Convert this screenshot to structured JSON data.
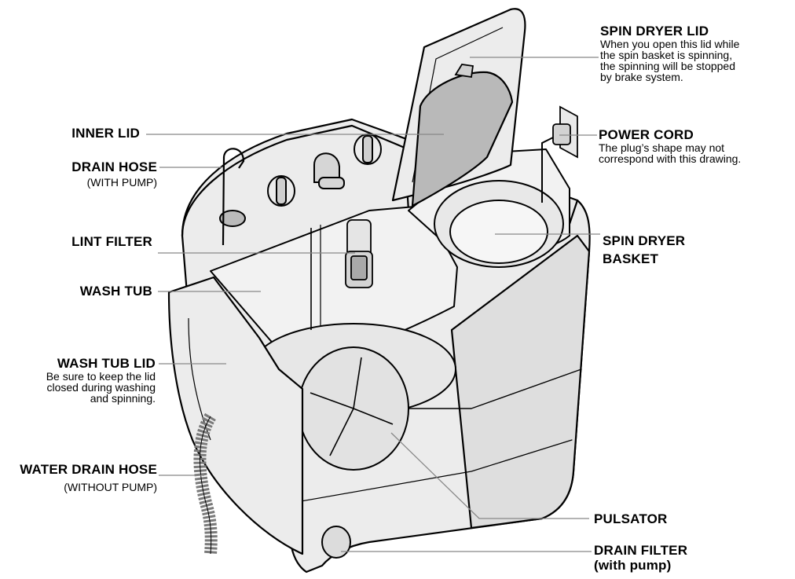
{
  "labels": {
    "spin_dryer_lid": {
      "title": "SPIN DRYER LID",
      "desc": [
        "When you open this lid while",
        "the spin basket is spinning,",
        "the spinning will be stopped",
        "by brake system."
      ]
    },
    "inner_lid": {
      "title": "INNER LID"
    },
    "power_cord": {
      "title": "POWER CORD",
      "desc": [
        "The plug’s shape may not",
        "correspond with this drawing."
      ]
    },
    "drain_hose": {
      "title": "DRAIN HOSE",
      "sub": "(WITH PUMP)"
    },
    "lint_filter": {
      "title": "LINT FILTER"
    },
    "spin_dryer_basket": {
      "title1": "SPIN DRYER",
      "title2": "BASKET"
    },
    "wash_tub": {
      "title": "WASH TUB"
    },
    "wash_tub_lid": {
      "title": "WASH TUB LID",
      "desc": [
        "Be sure to keep the lid",
        "closed during washing",
        "and spinning."
      ]
    },
    "water_drain_hose": {
      "title": "WATER DRAIN HOSE",
      "sub": "(WITHOUT PUMP)"
    },
    "pulsator": {
      "title": "PULSATOR"
    },
    "drain_filter": {
      "title1": "DRAIN FILTER",
      "title2": "(with pump)"
    }
  },
  "colors": {
    "body_fill": "#ececec",
    "shade": "#d9d9d9",
    "outline": "#000000",
    "leader": "#888888"
  }
}
